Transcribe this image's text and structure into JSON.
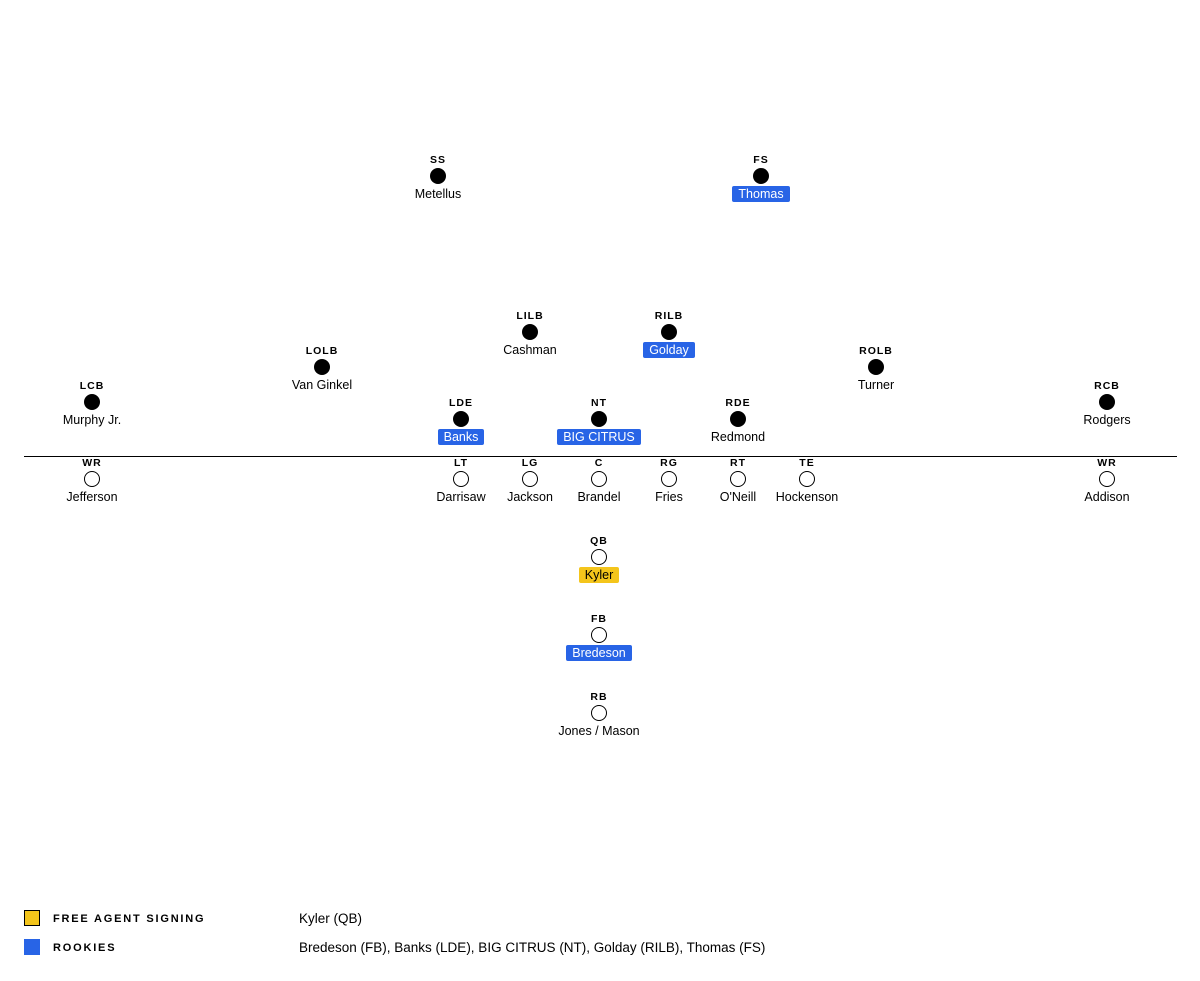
{
  "colors": {
    "rookie": "#2864e6",
    "free_agent": "#f4c51b",
    "ink": "#000000"
  },
  "defense": [
    {
      "pos": "SS",
      "name": "Metellus",
      "tag": ""
    },
    {
      "pos": "FS",
      "name": "Thomas",
      "tag": "rookie"
    },
    {
      "pos": "LILB",
      "name": "Cashman",
      "tag": ""
    },
    {
      "pos": "RILB",
      "name": "Golday",
      "tag": "rookie"
    },
    {
      "pos": "LOLB",
      "name": "Van Ginkel",
      "tag": ""
    },
    {
      "pos": "ROLB",
      "name": "Turner",
      "tag": ""
    },
    {
      "pos": "LCB",
      "name": "Murphy Jr.",
      "tag": ""
    },
    {
      "pos": "RCB",
      "name": "Rodgers",
      "tag": ""
    },
    {
      "pos": "LDE",
      "name": "Banks",
      "tag": "rookie"
    },
    {
      "pos": "NT",
      "name": "BIG CITRUS",
      "tag": "rookie"
    },
    {
      "pos": "RDE",
      "name": "Redmond",
      "tag": ""
    }
  ],
  "offense": [
    {
      "pos": "WR",
      "name": "Jefferson",
      "tag": ""
    },
    {
      "pos": "LT",
      "name": "Darrisaw",
      "tag": ""
    },
    {
      "pos": "LG",
      "name": "Jackson",
      "tag": ""
    },
    {
      "pos": "C",
      "name": "Brandel",
      "tag": ""
    },
    {
      "pos": "RG",
      "name": "Fries",
      "tag": ""
    },
    {
      "pos": "RT",
      "name": "O'Neill",
      "tag": ""
    },
    {
      "pos": "TE",
      "name": "Hockenson",
      "tag": ""
    },
    {
      "pos": "WR",
      "name": "Addison",
      "tag": ""
    },
    {
      "pos": "QB",
      "name": "Kyler",
      "tag": "fa"
    },
    {
      "pos": "FB",
      "name": "Bredeson",
      "tag": "rookie"
    },
    {
      "pos": "RB",
      "name": "Jones / Mason",
      "tag": ""
    }
  ],
  "legend": {
    "free_agent": {
      "label": "FREE AGENT SIGNING",
      "players": "Kyler (QB)"
    },
    "rookies": {
      "label": "ROOKIES",
      "players": "Bredeson (FB), Banks (LDE), BIG CITRUS (NT), Golday (RILB), Thomas (FS)"
    }
  }
}
